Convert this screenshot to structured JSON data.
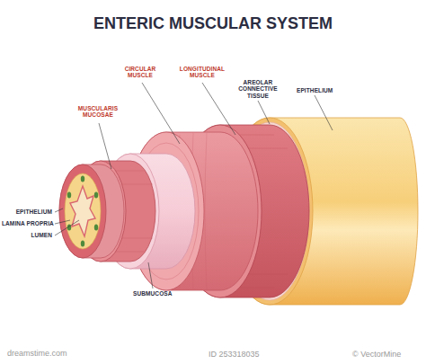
{
  "diagram": {
    "title": "ENTERIC MUSCULAR SYSTEM",
    "labels": [
      "CIRCULAR MUSCLE",
      "LONGITUDINAL MUSCLE",
      "AREOLAR CONNECTIVE TISSUE",
      "EPITHELIUM",
      "MUSCULARIS MUCOSAE",
      "EPITHELIUM",
      "LAMINA PROPRIA",
      "LUMEN",
      "SUBMUCOSA",
      "dreamstime.com",
      "ID 253318035",
      "© VectorMine"
    ]
  }
}
